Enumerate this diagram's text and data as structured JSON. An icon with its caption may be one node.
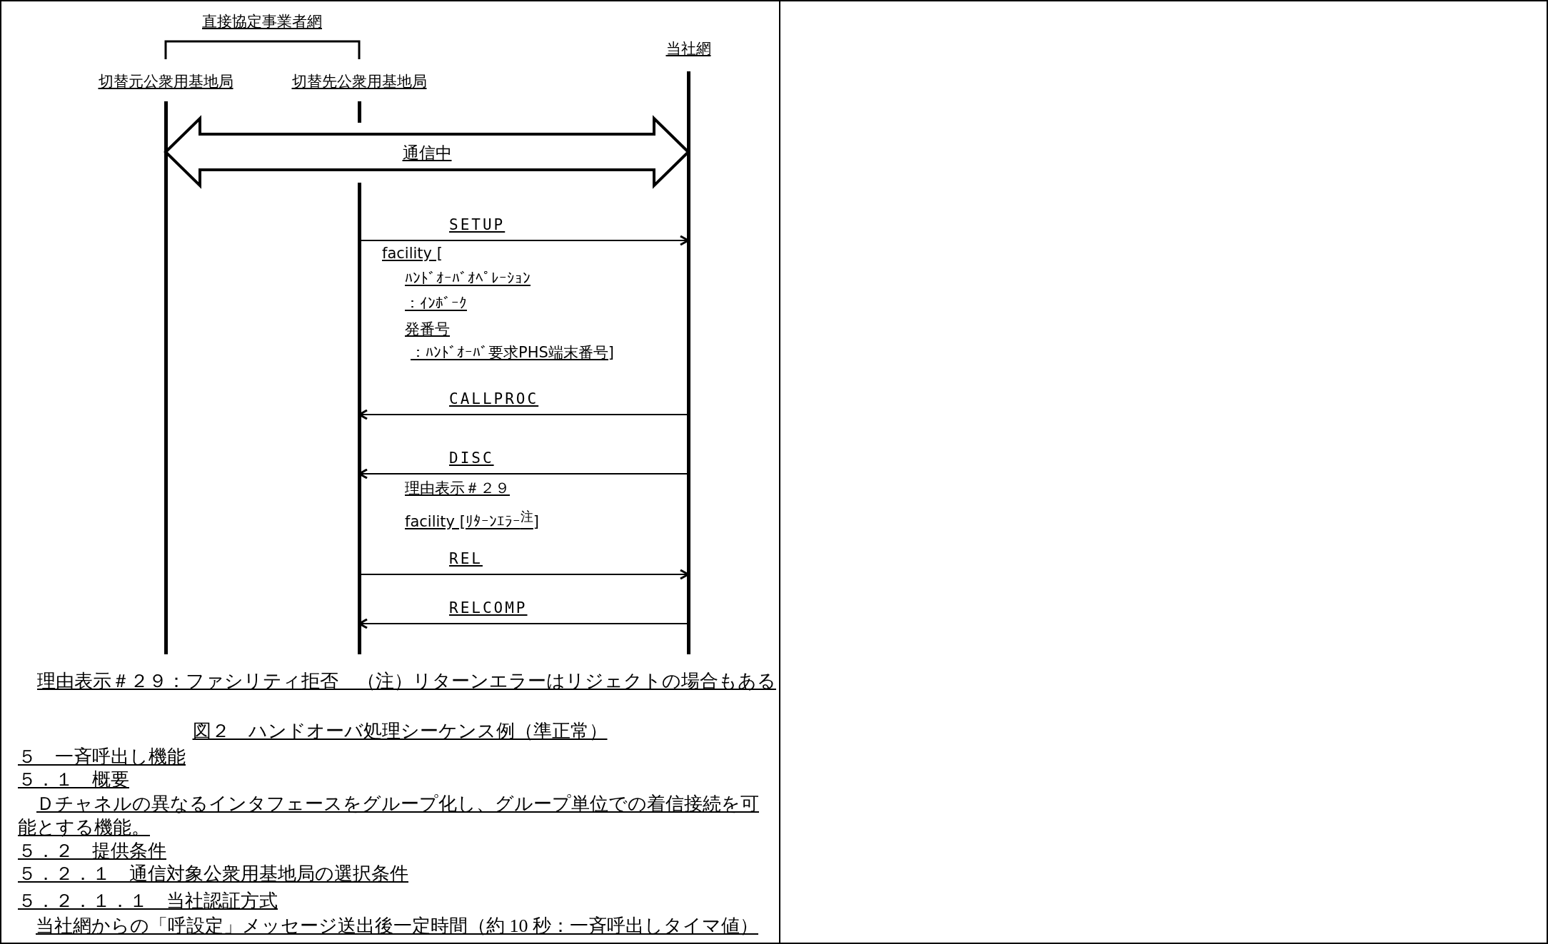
{
  "diagram": {
    "caption": "図２　ハンドオーバ処理シーケンス例（準正常）",
    "nodes": [
      {
        "text": [
          "切替元公衆用基地局"
        ]
      },
      {
        "text": [
          "切替先公衆用基地局"
        ]
      },
      {
        "text": [
          "当社網"
        ]
      }
    ],
    "edges": [
      {
        "from": 0,
        "to": 2,
        "arrow": "both",
        "label": "通信中",
        "style": "thick"
      },
      {
        "from": 1,
        "to": 2,
        "arrow": "to",
        "label": "SETUP"
      },
      {
        "from": 2,
        "to": 1,
        "arrow": "to",
        "label": "CALLPROC"
      },
      {
        "from": 2,
        "to": 1,
        "arrow": "to",
        "label": "DISC"
      },
      {
        "from": 1,
        "to": 2,
        "arrow": "to",
        "label": "REL"
      },
      {
        "from": 2,
        "to": 1,
        "arrow": "to",
        "label": "RELCOMP"
      }
    ],
    "labels": [
      "直接協定事業者網",
      "facility [",
      "ﾊﾝﾄﾞｵｰﾊﾞｵﾍﾟﾚｰｼｮﾝ",
      "：ｲﾝﾎﾞｰｸ",
      "発番号",
      "：ﾊﾝﾄﾞｵｰﾊﾞ要求PHS端末番号]",
      "理由表示＃２９",
      "facility [ﾘﾀｰﾝｴﾗｰ$^{注}$]",
      "理由表示＃２９：ファシリティ拒否　（注）リターンエラーはリジェクトの場合もある",
      "５　一斉呼出し機能",
      "５．１　概要",
      "Ｄチャネルの異なるインタフェースをグループ化し、グループ単位での着信接続を可能とする機能。",
      "５．２　提供条件",
      "５．２．１　通信対象公衆用基地局の選択条件",
      "５．２．１．１　当社認証方式",
      "当社網からの「呼設定」メッセージ送出後一定時間（約 10 秒：一斉呼出しタイマ値）"
    ]
  }
}
